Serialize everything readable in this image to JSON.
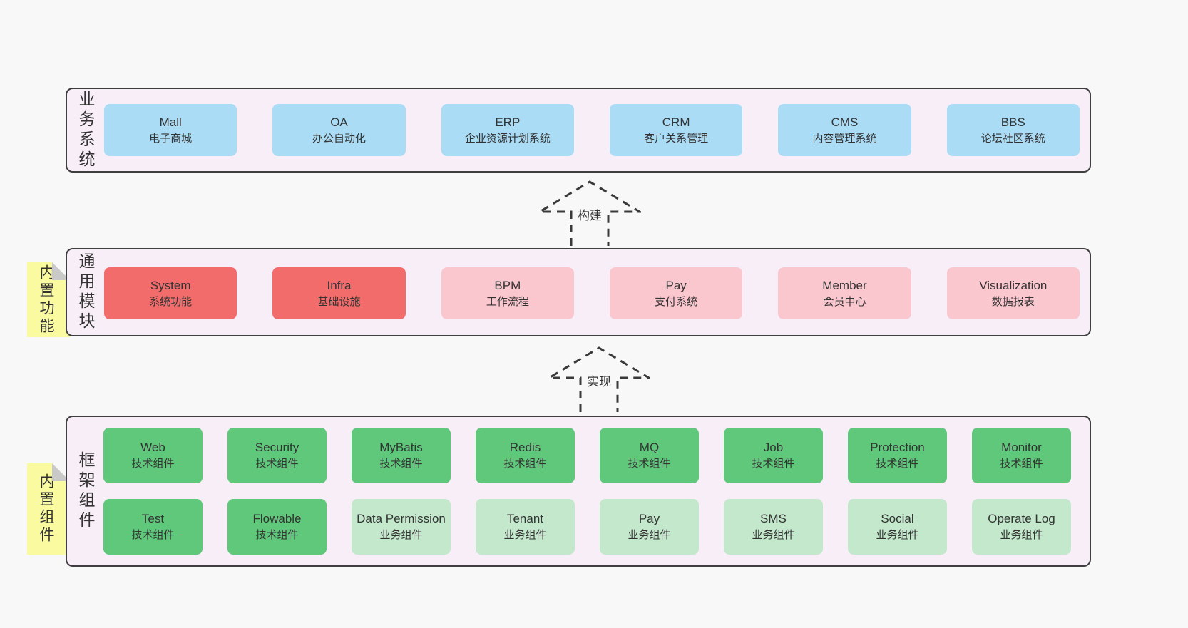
{
  "colors": {
    "page_bg": "#f8f8f8",
    "band_bg": "#f8eef7",
    "band_border": "#3f3f3f",
    "blue": "#aadcf6",
    "red": "#f36c6c",
    "pink": "#fbc7cf",
    "green": "#5fc87b",
    "green_light": "#c3e8cc",
    "note_yellow": "#fafaa0",
    "note_fold": "#c9c9c9",
    "text": "#333333"
  },
  "bands": {
    "business": {
      "label": "业务系统",
      "boxes": [
        {
          "name": "Mall",
          "desc": "电子商城"
        },
        {
          "name": "OA",
          "desc": "办公自动化"
        },
        {
          "name": "ERP",
          "desc": "企业资源计划系统"
        },
        {
          "name": "CRM",
          "desc": "客户关系管理"
        },
        {
          "name": "CMS",
          "desc": "内容管理系统"
        },
        {
          "name": "BBS",
          "desc": "论坛社区系统"
        }
      ]
    },
    "modules": {
      "label": "通用模块",
      "note": "内置功能",
      "boxes": [
        {
          "name": "System",
          "desc": "系统功能"
        },
        {
          "name": "Infra",
          "desc": "基础设施"
        },
        {
          "name": "BPM",
          "desc": "工作流程"
        },
        {
          "name": "Pay",
          "desc": "支付系统"
        },
        {
          "name": "Member",
          "desc": "会员中心"
        },
        {
          "name": "Visualization",
          "desc": "数据报表"
        }
      ]
    },
    "framework": {
      "label": "框架组件",
      "note": "内置组件",
      "row1": [
        {
          "name": "Web",
          "desc": "技术组件"
        },
        {
          "name": "Security",
          "desc": "技术组件"
        },
        {
          "name": "MyBatis",
          "desc": "技术组件"
        },
        {
          "name": "Redis",
          "desc": "技术组件"
        },
        {
          "name": "MQ",
          "desc": "技术组件"
        },
        {
          "name": "Job",
          "desc": "技术组件"
        },
        {
          "name": "Protection",
          "desc": "技术组件"
        },
        {
          "name": "Monitor",
          "desc": "技术组件"
        }
      ],
      "row2": [
        {
          "name": "Test",
          "desc": "技术组件"
        },
        {
          "name": "Flowable",
          "desc": "技术组件"
        },
        {
          "name": "Data Permission",
          "desc": "业务组件"
        },
        {
          "name": "Tenant",
          "desc": "业务组件"
        },
        {
          "name": "Pay",
          "desc": "业务组件"
        },
        {
          "name": "SMS",
          "desc": "业务组件"
        },
        {
          "name": "Social",
          "desc": "业务组件"
        },
        {
          "name": "Operate Log",
          "desc": "业务组件"
        }
      ]
    }
  },
  "arrows": [
    {
      "label": "构建"
    },
    {
      "label": "实现"
    }
  ]
}
